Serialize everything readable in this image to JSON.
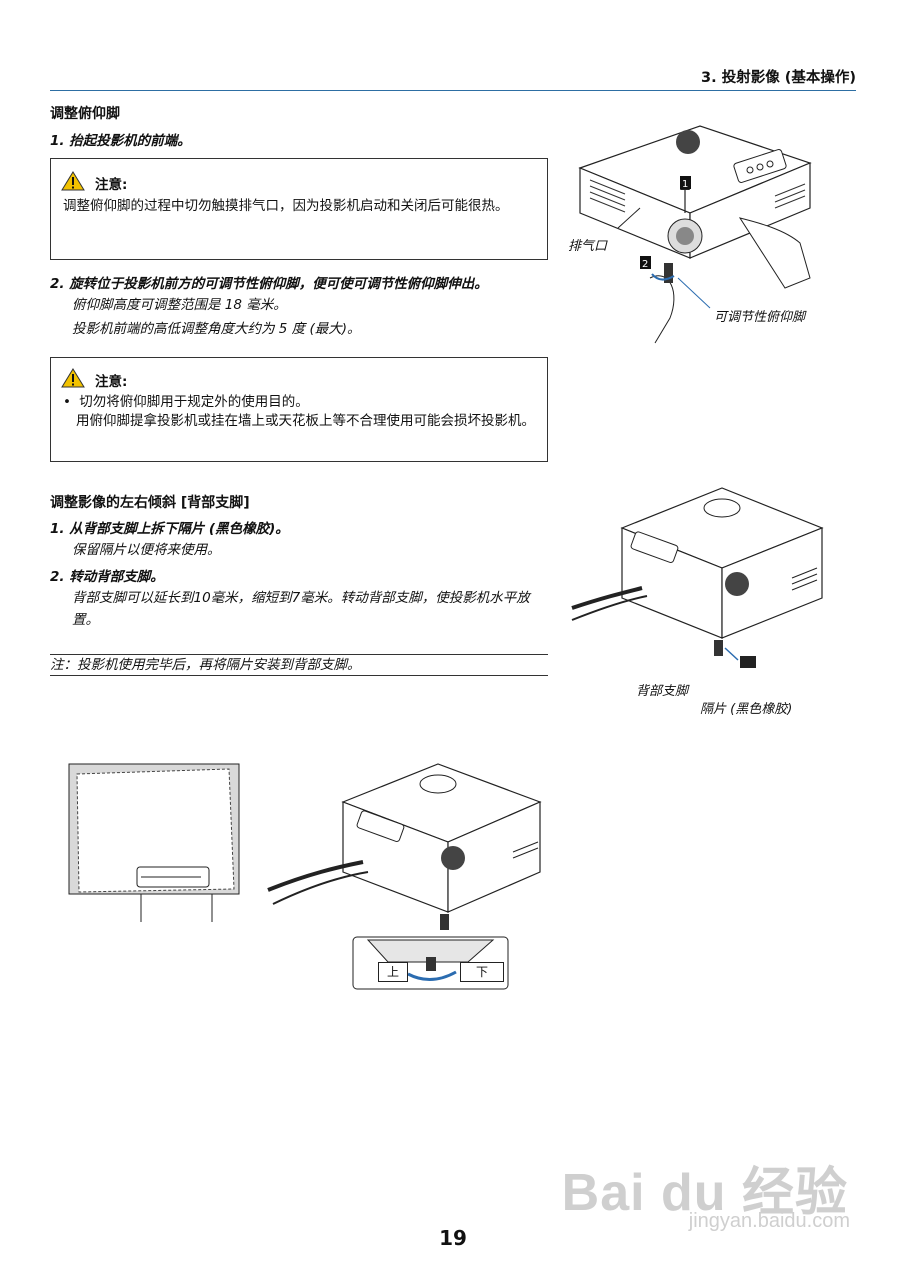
{
  "header": {
    "chapter": "3. 投射影像 (基本操作)"
  },
  "section1": {
    "title": "调整俯仰脚",
    "step1": "1. 抬起投影机的前端。",
    "caution1": {
      "title": "注意:",
      "text": "调整俯仰脚的过程中切勿触摸排气口，因为投影机启动和关闭后可能很热。"
    },
    "step2": "2. 旋转位于投影机前方的可调节性俯仰脚，便可使可调节性俯仰脚伸出。",
    "step2_line1": "俯仰脚高度可调整范围是 18 毫米。",
    "step2_line2": "投影机前端的高低调整角度大约为 5 度 (最大)。",
    "caution2": {
      "title": "注意:",
      "bullet": "切勿将俯仰脚用于规定外的使用目的。",
      "text": "用俯仰脚提拿投影机或挂在墙上或天花板上等不合理使用可能会损坏投影机。"
    },
    "figure": {
      "label_vent": "排气口",
      "label_foot": "可调节性俯仰脚",
      "badge1": "1",
      "badge2": "2"
    }
  },
  "section2": {
    "title": "调整影像的左右倾斜 [背部支脚]",
    "step1": "1. 从背部支脚上拆下隔片 (黑色橡胶)。",
    "step1_detail": "保留隔片以便将来使用。",
    "step2": "2. 转动背部支脚。",
    "step2_detail": "背部支脚可以延长到10毫米，缩短到7毫米。转动背部支脚，使投影机水平放置。",
    "note": "注：投影机使用完毕后，再将隔片安装到背部支脚。",
    "figure": {
      "label_rear_foot": "背部支脚",
      "label_spacer": "隔片 (黑色橡胶)"
    }
  },
  "bottom_figure": {
    "label_up": "上",
    "label_down": "下"
  },
  "page_number": "19",
  "watermark": {
    "logo": "Bai du 经验",
    "url": "jingyan.baidu.com"
  },
  "colors": {
    "rule": "#2d6ea3",
    "warning": "#f2c200"
  },
  "icons": [
    "warning-icon",
    "arrow-up-icon",
    "rotate-arrow-icon"
  ]
}
